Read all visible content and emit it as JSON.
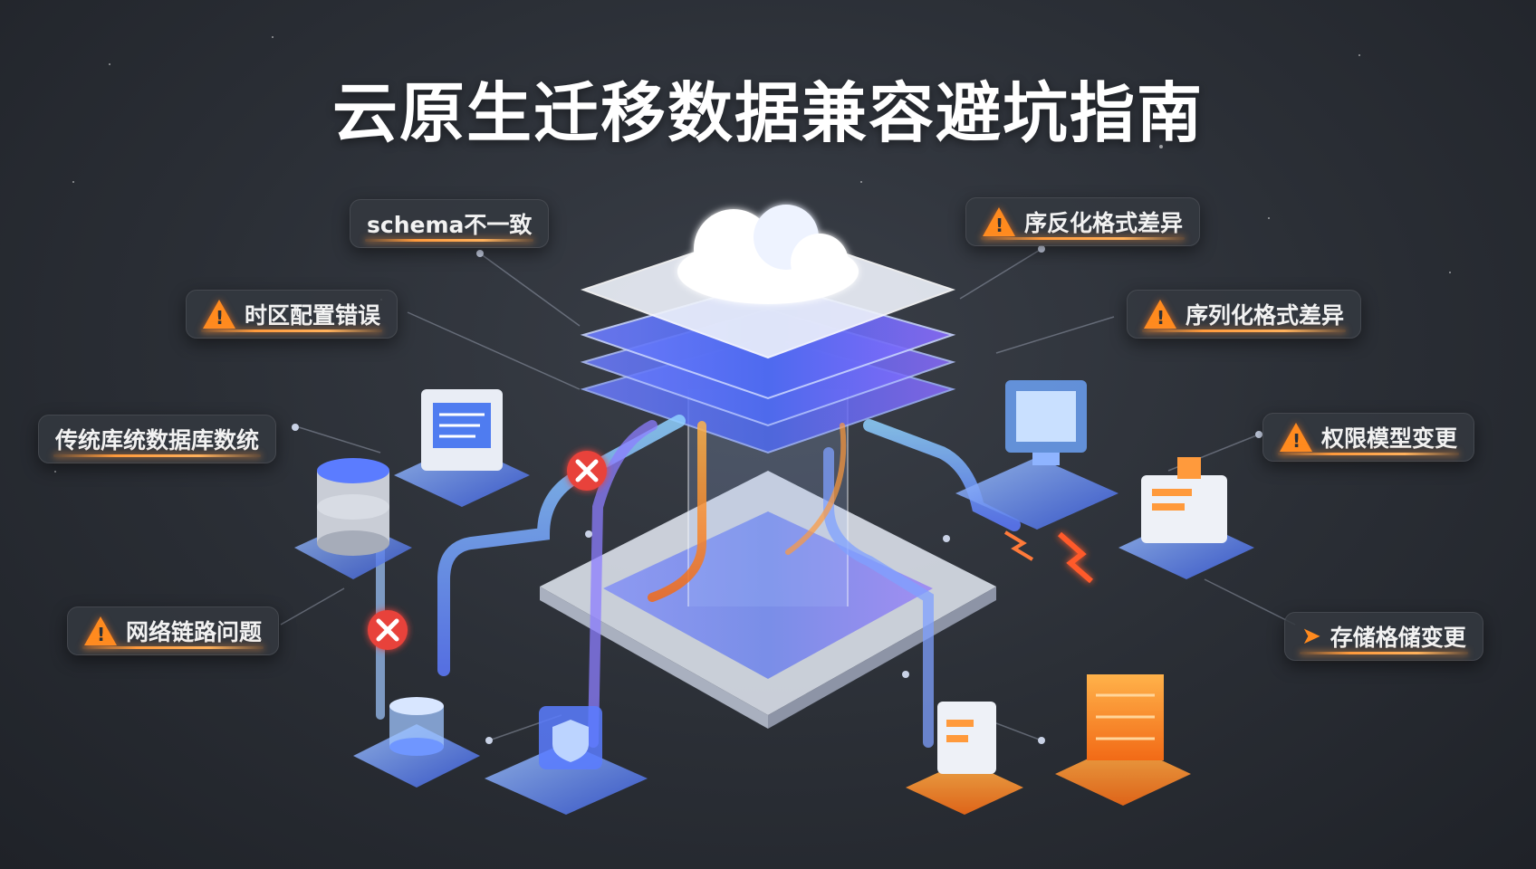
{
  "title": "云原生迁移数据兼容避坑指南",
  "labels": [
    {
      "name": "schema-label",
      "text": "schema不一致",
      "icon": "none"
    },
    {
      "name": "timezone-label",
      "text": "时区配置错误",
      "icon": "warning-icon"
    },
    {
      "name": "legacy-db-label",
      "text": "传统库统数据库数统",
      "icon": "none"
    },
    {
      "name": "network-label",
      "text": "网络链路问题",
      "icon": "warning-icon"
    },
    {
      "name": "serialization-top-label",
      "text": "序反化格式差异",
      "icon": "warning-icon"
    },
    {
      "name": "serialization-label",
      "text": "序列化格式差异",
      "icon": "warning-icon"
    },
    {
      "name": "permission-label",
      "text": "权限模型变更",
      "icon": "warning-icon"
    },
    {
      "name": "storage-label",
      "text": "存储格储变更",
      "icon": "arrow-icon"
    }
  ],
  "colors": {
    "background": "#2a2e35",
    "accent_orange": "#ff9a3c",
    "accent_blue": "#5b8dff",
    "error_red": "#e8433a"
  }
}
